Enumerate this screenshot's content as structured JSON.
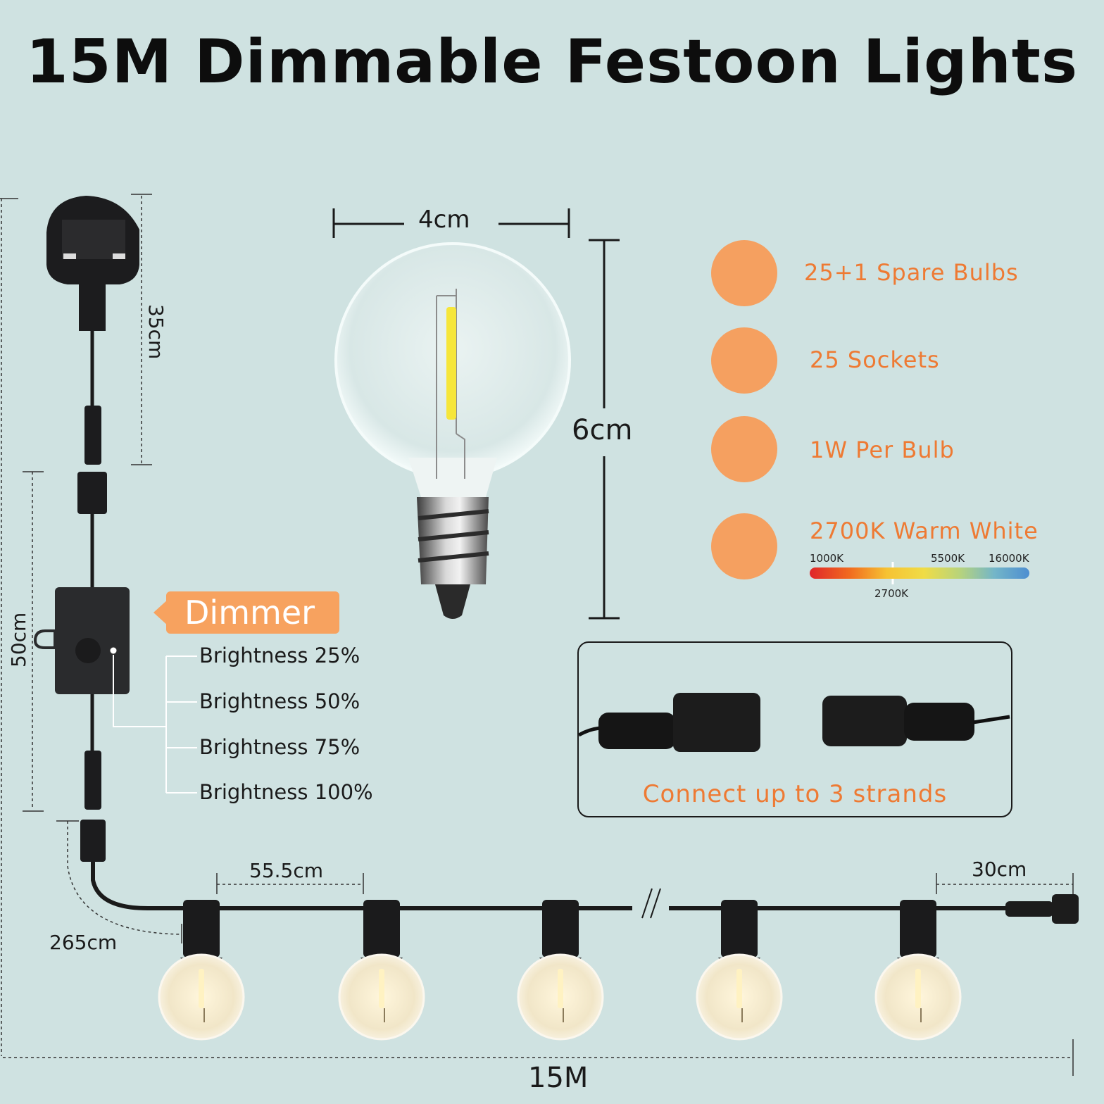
{
  "title": "15M Dimmable Festoon Lights",
  "dimensions": {
    "bulb_width": "4cm",
    "bulb_height": "6cm",
    "plug_lead": "35cm",
    "dimmer_section": "50cm",
    "lead_length": "265cm",
    "bulb_spacing": "55.5cm",
    "end_length": "30cm",
    "total_length": "15M"
  },
  "features": [
    {
      "icon": "lightbulb-icon",
      "label": "25+1 Spare Bulbs"
    },
    {
      "icon": "plug-icon",
      "label": "25 Sockets"
    },
    {
      "icon": "power-pulse-icon",
      "label": "1W Per Bulb"
    },
    {
      "icon": "sliders-icon",
      "label": "2700K Warm White"
    }
  ],
  "color_temp": {
    "min": "1000K",
    "mid": "5500K",
    "max": "16000K",
    "marker": "2700K"
  },
  "dimmer": {
    "label": "Dimmer",
    "levels": [
      "Brightness 25%",
      "Brightness 50%",
      "Brightness 75%",
      "Brightness 100%"
    ]
  },
  "connector_note": "Connect up to 3 strands",
  "colors": {
    "accent": "#ee7a33",
    "icon_bg": "#f5a060",
    "background": "#cfe2e1"
  }
}
